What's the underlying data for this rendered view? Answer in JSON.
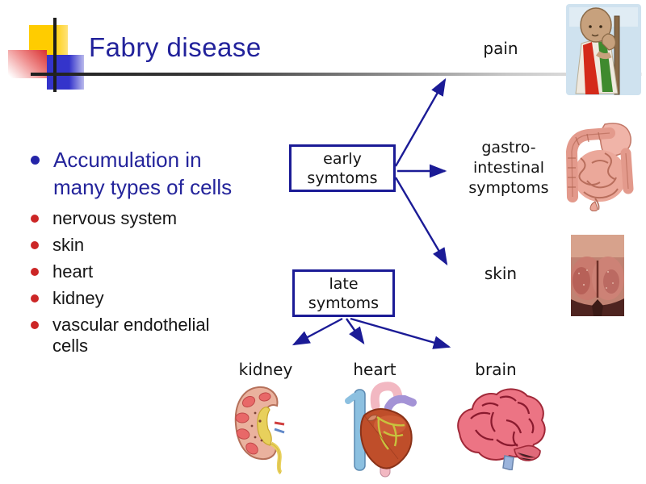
{
  "slide_title": "Fabry disease",
  "bullet_list": {
    "main": "Accumulation in many types of cells",
    "items": [
      "nervous system",
      "skin",
      "heart",
      "kidney",
      "vascular endothelial cells"
    ]
  },
  "diagram": {
    "early_box": {
      "line1": "early",
      "line2": "symtoms"
    },
    "late_box": {
      "line1": "late",
      "line2": "symtoms"
    },
    "pain_label": "pain",
    "gastro_label": {
      "line1": "gastro-",
      "line2": "intestinal",
      "line3": "symptoms"
    },
    "skin_label": "skin",
    "kidney_label": "kidney",
    "heart_label": "heart",
    "brain_label": "brain"
  },
  "illustrations": {
    "top_right": "child-in-pain-illustration",
    "middle_right_1": "intestines-illustration",
    "middle_right_2": "skin-rash-photo",
    "bottom_1": "kidney-illustration",
    "bottom_2": "heart-illustration",
    "bottom_3": "brain-illustration"
  },
  "colors": {
    "title_navy": "#22229B",
    "arrow_navy": "#1B1B96",
    "bullet_red": "#CC2626",
    "deco_yellow": "#FFCC00",
    "deco_blue": "#3434CB",
    "deco_red": "#D93030"
  }
}
